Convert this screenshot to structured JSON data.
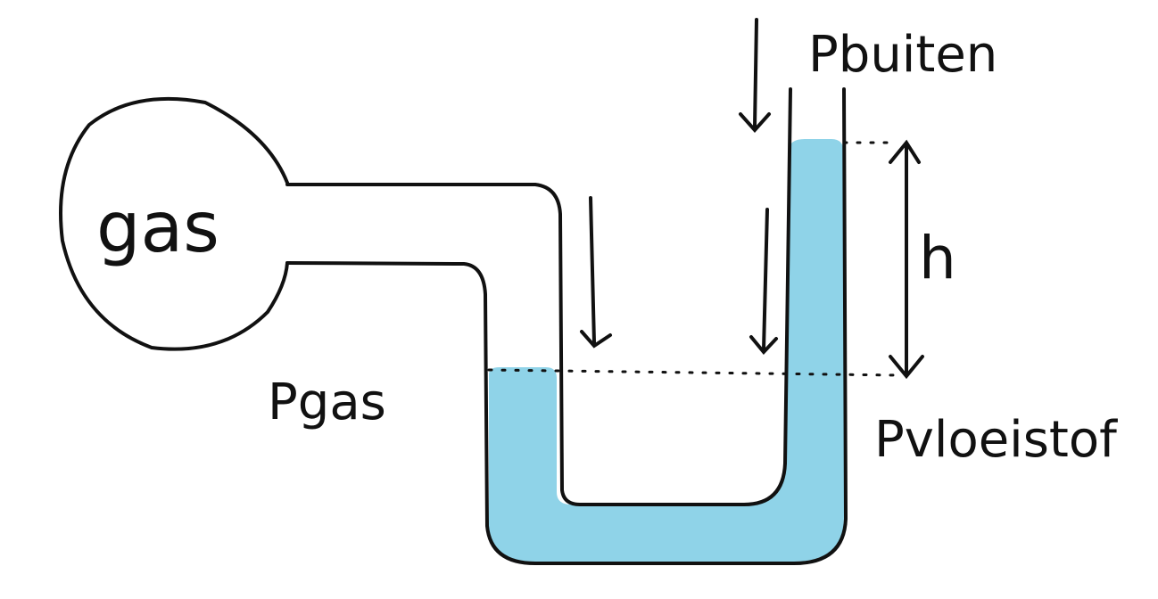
{
  "labels": {
    "gas": "gas",
    "p_gas": "Pgas",
    "p_buiten": "Pbuiten",
    "p_vloeistof": "Pvloeistof",
    "h": "h"
  },
  "colors": {
    "ink": "#111111",
    "liquid": "#8fd3e8",
    "background": "#ffffff"
  }
}
